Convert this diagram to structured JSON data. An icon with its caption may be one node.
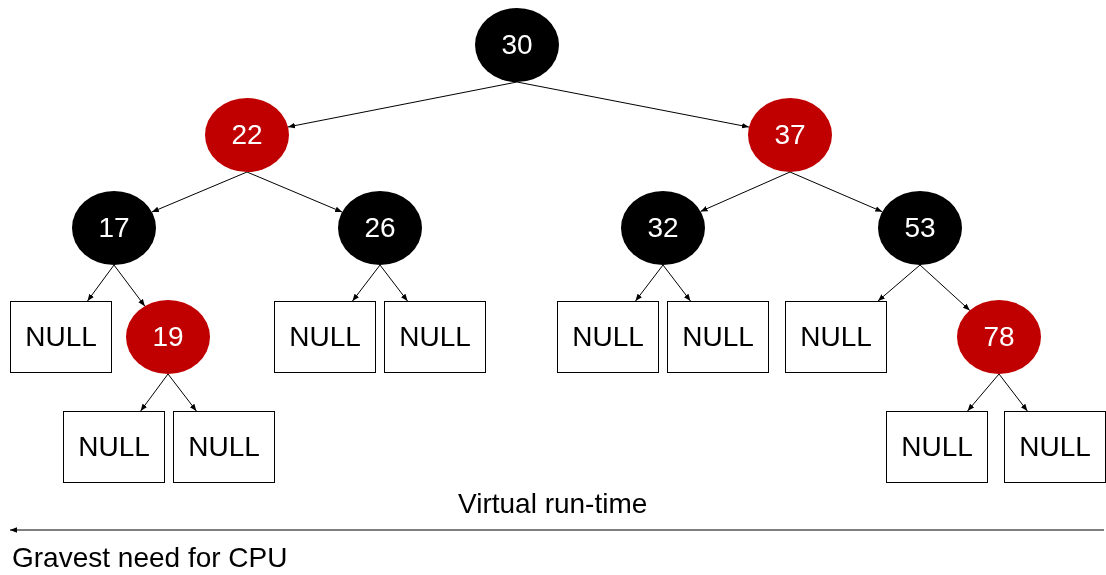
{
  "diagram": {
    "nodes": [
      {
        "text": [
          "30"
        ]
      },
      {
        "text": [
          "22"
        ]
      },
      {
        "text": [
          "37"
        ]
      },
      {
        "text": [
          "17"
        ]
      },
      {
        "text": [
          "26"
        ]
      },
      {
        "text": [
          "32"
        ]
      },
      {
        "text": [
          "53"
        ]
      },
      {
        "text": [
          "NULL"
        ]
      },
      {
        "text": [
          "19"
        ]
      },
      {
        "text": [
          "NULL"
        ]
      },
      {
        "text": [
          "NULL"
        ]
      },
      {
        "text": [
          "NULL"
        ]
      },
      {
        "text": [
          "NULL"
        ]
      },
      {
        "text": [
          "NULL"
        ]
      },
      {
        "text": [
          "78"
        ]
      },
      {
        "text": [
          "NULL"
        ]
      },
      {
        "text": [
          "NULL"
        ]
      },
      {
        "text": [
          "NULL"
        ]
      },
      {
        "text": [
          "NULL"
        ]
      }
    ],
    "edges": [
      {
        "from": 0,
        "to": 1,
        "arrow": "to"
      },
      {
        "from": 0,
        "to": 2,
        "arrow": "to"
      },
      {
        "from": 1,
        "to": 3,
        "arrow": "to"
      },
      {
        "from": 1,
        "to": 4,
        "arrow": "to"
      },
      {
        "from": 2,
        "to": 5,
        "arrow": "to"
      },
      {
        "from": 2,
        "to": 6,
        "arrow": "to"
      },
      {
        "from": 3,
        "to": 7,
        "arrow": "to"
      },
      {
        "from": 3,
        "to": 8,
        "arrow": "to"
      },
      {
        "from": 4,
        "to": 9,
        "arrow": "to"
      },
      {
        "from": 4,
        "to": 10,
        "arrow": "to"
      },
      {
        "from": 5,
        "to": 11,
        "arrow": "to"
      },
      {
        "from": 5,
        "to": 12,
        "arrow": "to"
      },
      {
        "from": 6,
        "to": 13,
        "arrow": "to"
      },
      {
        "from": 6,
        "to": 14,
        "arrow": "to"
      },
      {
        "from": 8,
        "to": 15,
        "arrow": "to"
      },
      {
        "from": 8,
        "to": 16,
        "arrow": "to"
      },
      {
        "from": 14,
        "to": 17,
        "arrow": "to"
      },
      {
        "from": 14,
        "to": 18,
        "arrow": "to"
      }
    ],
    "labels": [
      "Virtual run-time",
      "Gravest need for CPU"
    ]
  }
}
